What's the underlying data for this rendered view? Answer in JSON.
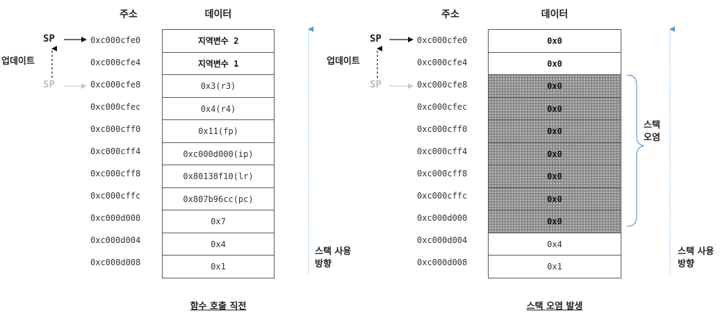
{
  "headers": {
    "address": "주소",
    "data": "데이터"
  },
  "addresses": [
    "0xc000cfe0",
    "0xc000cfe4",
    "0xc000cfe8",
    "0xc000cfec",
    "0xc000cff0",
    "0xc000cff4",
    "0xc000cff8",
    "0xc000cffc",
    "0xc000d000",
    "0xc000d004",
    "0xc000d008"
  ],
  "left_panel": {
    "cells": [
      "지역변수 2",
      "지역변수 1",
      "0x3(r3)",
      "0x4(r4)",
      "0x11(fp)",
      "0xc000d000(ip)",
      "0x80138f10(lr)",
      "0x807b96cc(pc)",
      "0x7",
      "0x4",
      "0x1"
    ],
    "sp_label": "SP",
    "update_label": "업데이트",
    "direction_label_line1": "스택 사용",
    "direction_label_line2": "방향",
    "caption": "함수 호출 직전"
  },
  "right_panel": {
    "cells": [
      "0x0",
      "0x0",
      "0x0",
      "0x0",
      "0x0",
      "0x0",
      "0x0",
      "0x0",
      "0x0",
      "0x4",
      "0x1"
    ],
    "sp_label": "SP",
    "update_label": "업데이트",
    "corruption_label_line1": "스택",
    "corruption_label_line2": "오염",
    "direction_label_line1": "스택 사용",
    "direction_label_line2": "방향",
    "caption": "스택 오염 발생"
  },
  "colors": {
    "arrow_blue": "#5b9bd5",
    "corrupt_fill": "#8a8a8a",
    "faded_sp": "#bdbdbd"
  }
}
